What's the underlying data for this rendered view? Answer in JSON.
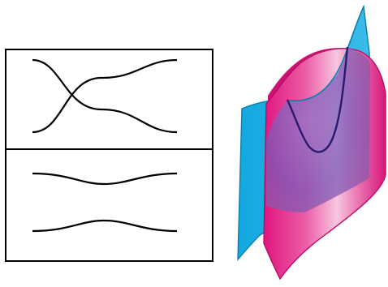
{
  "figure": {
    "panels": [
      {
        "id": "top-panel",
        "curves": [
          "crossing-curve-1",
          "crossing-curve-2"
        ]
      },
      {
        "id": "bottom-panel",
        "curves": [
          "avoided-curve-upper",
          "avoided-curve-lower"
        ]
      }
    ],
    "surfaces": [
      {
        "id": "cyan-sheet",
        "color": "#12a8df"
      },
      {
        "id": "magenta-sheet",
        "color": "#e0157f"
      }
    ],
    "colors": {
      "line": "#000000",
      "cyan": "#12a8df",
      "cyan_edge": "#0b7fae",
      "magenta": "#e0157f",
      "magenta_edge": "#b80d66",
      "intersection": "#2a1a6e",
      "background": "#ffffff"
    }
  }
}
